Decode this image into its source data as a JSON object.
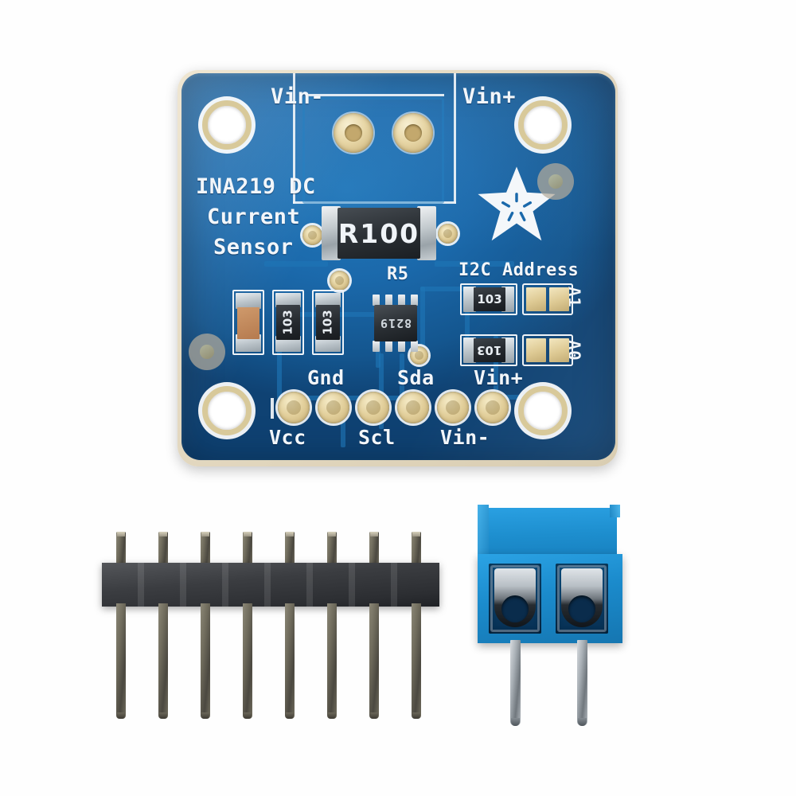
{
  "scene": {
    "title": "INA219 DC Current Sensor breakout board with header strip and terminal block",
    "background_color": "#ffffff"
  },
  "board": {
    "name": "ina219-breakout-pcb",
    "soldermask_color": "#1b69ab",
    "silkscreen_color": "#f2f6fa",
    "substrate_color": "#e3d8c0",
    "silkscreen": {
      "product_line1": "INA219 DC",
      "product_line2": "Current",
      "product_line3": "Sensor",
      "vin_minus_top": "Vin-",
      "vin_plus_top": "Vin+",
      "i2c_address_label": "I2C Address",
      "jumper_a1": "A1",
      "jumper_a0": "A0",
      "refdes_r5": "R5"
    },
    "pin_labels_top": [
      "Gnd",
      "Sda",
      "Vin+"
    ],
    "pin_labels_bottom": [
      "Vcc",
      "Scl",
      "Vin-"
    ],
    "pin_order": [
      "Vcc",
      "Gnd",
      "Scl",
      "Sda",
      "Vin-",
      "Vin+"
    ],
    "components": {
      "shunt_resistor_marking": "R100",
      "ic_marking": "8219",
      "resistor_markings": [
        "103",
        "103",
        "103",
        "103"
      ],
      "capacitor_color": "#c08a5e"
    },
    "logo": "adafruit-star-icon",
    "mounting_holes": 4,
    "through_hole_pads": 6
  },
  "header_strip": {
    "name": "male-pin-header-8pin",
    "pin_count": 8,
    "body_color": "#2c2e32",
    "pin_color": "#6f6b5c"
  },
  "terminal_block": {
    "name": "screw-terminal-block-2pos",
    "position_count": 2,
    "housing_color": "#1b8bcc",
    "pin_count": 2
  }
}
